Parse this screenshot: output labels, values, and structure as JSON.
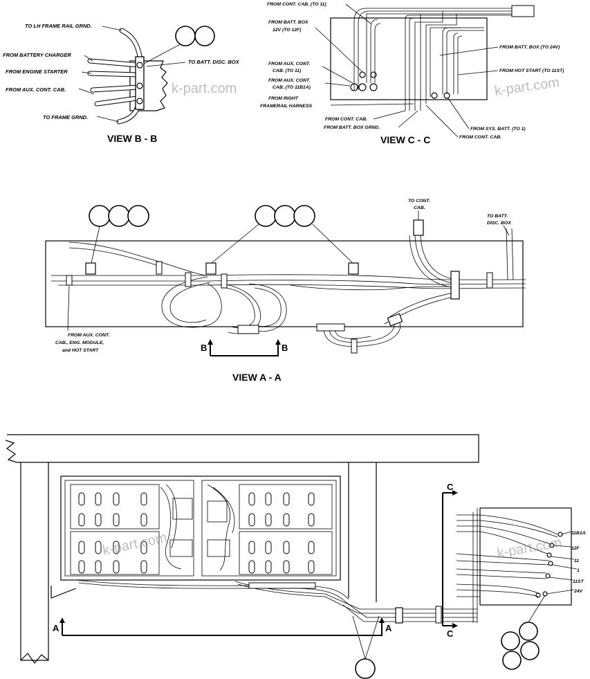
{
  "view_bb": {
    "title": "VIEW B - B",
    "labels": {
      "lh_frame_rail": "TO LH FRAME RAIL GRND.",
      "battery_charger": "FROM BATTERY CHARGER",
      "engine_starter": "FROM ENGINE STARTER",
      "aux_cont_cab": "FROM AUX. CONT. CAB.",
      "frame_grnd": "TO FRAME GRND.",
      "batt_disc_box": "TO BATT. DISC. BOX"
    }
  },
  "view_cc": {
    "title": "VIEW C - C",
    "labels": {
      "cont_cab_11": "FROM CONT. CAB. (TO 11)",
      "batt_box_12v_1": "FROM BATT. BOX",
      "batt_box_12v_2": "12V (TO 12F)",
      "aux_11_1": "FROM AUX. CONT.",
      "aux_11_2": "CAB. (TO 11)",
      "aux_11b1a_1": "FROM AUX. CONT.",
      "aux_11b1a_2": "CAB. (TO 11B1A)",
      "right_frame_1": "FROM RIGHT",
      "right_frame_2": "FRAMERAIL HARNESS",
      "cont_cab_a": "FROM CONT. CAB.",
      "batt_box_grnd": "FROM BATT. BOX GRND.",
      "batt_box_24v": "FROM BATT. BOX (TO 24V)",
      "hot_start": "FROM HOT START (TO 11ST)",
      "sys_batt": "FROM SYS. BATT. (TO 1)",
      "cont_cab_b": "FROM CONT. CAB."
    }
  },
  "view_aa": {
    "title": "VIEW A - A",
    "labels": {
      "to_cont_cab_1": "TO CONT.",
      "to_cont_cab_2": "CAB.",
      "to_batt_disc_1": "TO BATT.",
      "to_batt_disc_2": "DISC. BOX",
      "from_aux_1": "FROM AUX. CONT.",
      "from_aux_2": "CAB., ENG. MODULE,",
      "from_aux_3": "and HOT START"
    },
    "section_marks": {
      "left": "B",
      "right": "B"
    }
  },
  "main_view": {
    "section_marks": {
      "a_left": "A",
      "a_right": "A",
      "c_top": "C",
      "c_bottom": "C"
    },
    "terminals": [
      "11B1A",
      "12F",
      "11",
      "1",
      "11ST",
      "24V"
    ]
  },
  "watermark": "k-part.com",
  "colors": {
    "ink": "#000000",
    "paper": "#ffffff",
    "watermark": "#8a8a8a"
  }
}
